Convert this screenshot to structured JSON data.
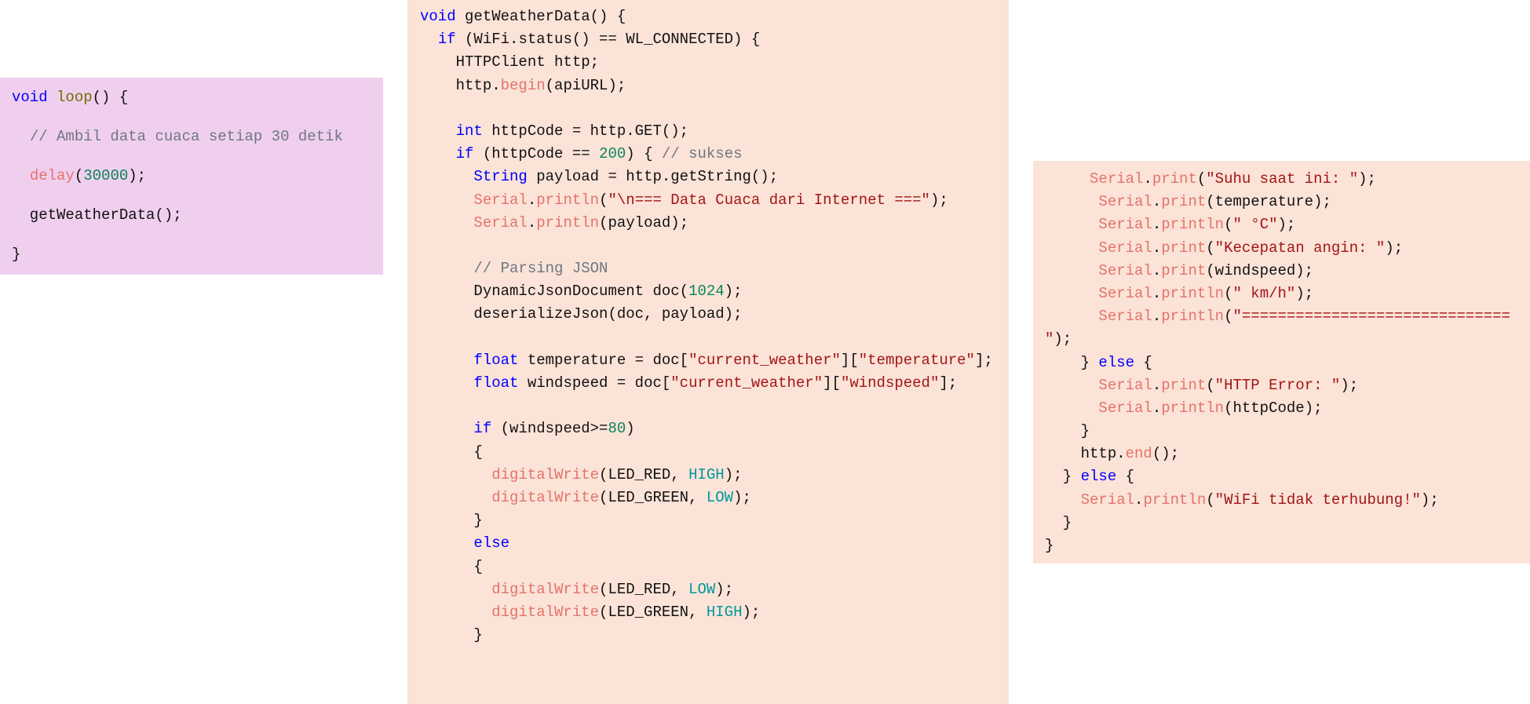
{
  "panels": [
    {
      "name": "loop-function-code",
      "lines": [
        [
          {
            "t": "kw",
            "v": "void"
          },
          {
            "t": "tx",
            "v": " "
          },
          {
            "t": "fn",
            "v": "loop"
          },
          {
            "t": "tx",
            "v": "() {"
          }
        ],
        [
          {
            "t": "tx",
            "v": "  "
          },
          {
            "t": "cm",
            "v": "// Ambil data cuaca setiap 30 detik"
          }
        ],
        [
          {
            "t": "tx",
            "v": "  "
          },
          {
            "t": "sf",
            "v": "delay"
          },
          {
            "t": "tx",
            "v": "("
          },
          {
            "t": "nm",
            "v": "30000"
          },
          {
            "t": "tx",
            "v": ");"
          }
        ],
        [
          {
            "t": "tx",
            "v": "  getWeatherData();"
          }
        ],
        [
          {
            "t": "tx",
            "v": "}"
          }
        ]
      ]
    },
    {
      "name": "get-weather-data-code",
      "lines": [
        [
          {
            "t": "kw",
            "v": "void"
          },
          {
            "t": "tx",
            "v": " getWeatherData() {"
          }
        ],
        [
          {
            "t": "tx",
            "v": "  "
          },
          {
            "t": "kw",
            "v": "if"
          },
          {
            "t": "tx",
            "v": " (WiFi.status() == WL_CONNECTED) {"
          }
        ],
        [
          {
            "t": "tx",
            "v": "    HTTPClient http;"
          }
        ],
        [
          {
            "t": "tx",
            "v": "    http."
          },
          {
            "t": "sf",
            "v": "begin"
          },
          {
            "t": "tx",
            "v": "(apiURL);"
          }
        ],
        [],
        [
          {
            "t": "tx",
            "v": "    "
          },
          {
            "t": "kw",
            "v": "int"
          },
          {
            "t": "tx",
            "v": " httpCode = http.GET();"
          }
        ],
        [
          {
            "t": "tx",
            "v": "    "
          },
          {
            "t": "kw",
            "v": "if"
          },
          {
            "t": "tx",
            "v": " (httpCode == "
          },
          {
            "t": "nm",
            "v": "200"
          },
          {
            "t": "tx",
            "v": ") { "
          },
          {
            "t": "cm",
            "v": "// sukses"
          }
        ],
        [
          {
            "t": "tx",
            "v": "      "
          },
          {
            "t": "kw",
            "v": "String"
          },
          {
            "t": "tx",
            "v": " payload = http.getString();"
          }
        ],
        [
          {
            "t": "tx",
            "v": "      "
          },
          {
            "t": "sf",
            "v": "Serial"
          },
          {
            "t": "tx",
            "v": "."
          },
          {
            "t": "sf",
            "v": "println"
          },
          {
            "t": "tx",
            "v": "("
          },
          {
            "t": "st",
            "v": "\"\\n=== Data Cuaca dari Internet ===\""
          },
          {
            "t": "tx",
            "v": ");"
          }
        ],
        [
          {
            "t": "tx",
            "v": "      "
          },
          {
            "t": "sf",
            "v": "Serial"
          },
          {
            "t": "tx",
            "v": "."
          },
          {
            "t": "sf",
            "v": "println"
          },
          {
            "t": "tx",
            "v": "(payload);"
          }
        ],
        [],
        [
          {
            "t": "tx",
            "v": "      "
          },
          {
            "t": "cm",
            "v": "// Parsing JSON"
          }
        ],
        [
          {
            "t": "tx",
            "v": "      DynamicJsonDocument doc("
          },
          {
            "t": "nm",
            "v": "1024"
          },
          {
            "t": "tx",
            "v": ");"
          }
        ],
        [
          {
            "t": "tx",
            "v": "      deserializeJson(doc, payload);"
          }
        ],
        [],
        [
          {
            "t": "tx",
            "v": "      "
          },
          {
            "t": "kw",
            "v": "float"
          },
          {
            "t": "tx",
            "v": " temperature = doc["
          },
          {
            "t": "st",
            "v": "\"current_weather\""
          },
          {
            "t": "tx",
            "v": "]["
          },
          {
            "t": "st",
            "v": "\"temperature\""
          },
          {
            "t": "tx",
            "v": "];"
          }
        ],
        [
          {
            "t": "tx",
            "v": "      "
          },
          {
            "t": "kw",
            "v": "float"
          },
          {
            "t": "tx",
            "v": " windspeed = doc["
          },
          {
            "t": "st",
            "v": "\"current_weather\""
          },
          {
            "t": "tx",
            "v": "]["
          },
          {
            "t": "st",
            "v": "\"windspeed\""
          },
          {
            "t": "tx",
            "v": "];"
          }
        ],
        [],
        [
          {
            "t": "tx",
            "v": "      "
          },
          {
            "t": "kw",
            "v": "if"
          },
          {
            "t": "tx",
            "v": " (windspeed>="
          },
          {
            "t": "nm",
            "v": "80"
          },
          {
            "t": "tx",
            "v": ")"
          }
        ],
        [
          {
            "t": "tx",
            "v": "      {"
          }
        ],
        [
          {
            "t": "tx",
            "v": "        "
          },
          {
            "t": "sf",
            "v": "digitalWrite"
          },
          {
            "t": "tx",
            "v": "(LED_RED, "
          },
          {
            "t": "ct",
            "v": "HIGH"
          },
          {
            "t": "tx",
            "v": ");"
          }
        ],
        [
          {
            "t": "tx",
            "v": "        "
          },
          {
            "t": "sf",
            "v": "digitalWrite"
          },
          {
            "t": "tx",
            "v": "(LED_GREEN, "
          },
          {
            "t": "ct",
            "v": "LOW"
          },
          {
            "t": "tx",
            "v": ");"
          }
        ],
        [
          {
            "t": "tx",
            "v": "      }"
          }
        ],
        [
          {
            "t": "tx",
            "v": "      "
          },
          {
            "t": "kw",
            "v": "else"
          }
        ],
        [
          {
            "t": "tx",
            "v": "      {"
          }
        ],
        [
          {
            "t": "tx",
            "v": "        "
          },
          {
            "t": "sf",
            "v": "digitalWrite"
          },
          {
            "t": "tx",
            "v": "(LED_RED, "
          },
          {
            "t": "ct",
            "v": "LOW"
          },
          {
            "t": "tx",
            "v": ");"
          }
        ],
        [
          {
            "t": "tx",
            "v": "        "
          },
          {
            "t": "sf",
            "v": "digitalWrite"
          },
          {
            "t": "tx",
            "v": "(LED_GREEN, "
          },
          {
            "t": "ct",
            "v": "HIGH"
          },
          {
            "t": "tx",
            "v": ");"
          }
        ],
        [
          {
            "t": "tx",
            "v": "      }"
          }
        ]
      ]
    },
    {
      "name": "serial-output-code",
      "lines": [
        [
          {
            "t": "tx",
            "v": "     "
          },
          {
            "t": "sf",
            "v": "Serial"
          },
          {
            "t": "tx",
            "v": "."
          },
          {
            "t": "sf",
            "v": "print"
          },
          {
            "t": "tx",
            "v": "("
          },
          {
            "t": "st",
            "v": "\"Suhu saat ini: \""
          },
          {
            "t": "tx",
            "v": ");"
          }
        ],
        [
          {
            "t": "tx",
            "v": "      "
          },
          {
            "t": "sf",
            "v": "Serial"
          },
          {
            "t": "tx",
            "v": "."
          },
          {
            "t": "sf",
            "v": "print"
          },
          {
            "t": "tx",
            "v": "(temperature);"
          }
        ],
        [
          {
            "t": "tx",
            "v": "      "
          },
          {
            "t": "sf",
            "v": "Serial"
          },
          {
            "t": "tx",
            "v": "."
          },
          {
            "t": "sf",
            "v": "println"
          },
          {
            "t": "tx",
            "v": "("
          },
          {
            "t": "st",
            "v": "\" °C\""
          },
          {
            "t": "tx",
            "v": ");"
          }
        ],
        [
          {
            "t": "tx",
            "v": "      "
          },
          {
            "t": "sf",
            "v": "Serial"
          },
          {
            "t": "tx",
            "v": "."
          },
          {
            "t": "sf",
            "v": "print"
          },
          {
            "t": "tx",
            "v": "("
          },
          {
            "t": "st",
            "v": "\"Kecepatan angin: \""
          },
          {
            "t": "tx",
            "v": ");"
          }
        ],
        [
          {
            "t": "tx",
            "v": "      "
          },
          {
            "t": "sf",
            "v": "Serial"
          },
          {
            "t": "tx",
            "v": "."
          },
          {
            "t": "sf",
            "v": "print"
          },
          {
            "t": "tx",
            "v": "(windspeed);"
          }
        ],
        [
          {
            "t": "tx",
            "v": "      "
          },
          {
            "t": "sf",
            "v": "Serial"
          },
          {
            "t": "tx",
            "v": "."
          },
          {
            "t": "sf",
            "v": "println"
          },
          {
            "t": "tx",
            "v": "("
          },
          {
            "t": "st",
            "v": "\" km/h\""
          },
          {
            "t": "tx",
            "v": ");"
          }
        ],
        [
          {
            "t": "tx",
            "v": "      "
          },
          {
            "t": "sf",
            "v": "Serial"
          },
          {
            "t": "tx",
            "v": "."
          },
          {
            "t": "sf",
            "v": "println"
          },
          {
            "t": "tx",
            "v": "("
          },
          {
            "t": "st",
            "v": "\"=============================="
          }
        ],
        [
          {
            "t": "st",
            "v": "\""
          },
          {
            "t": "tx",
            "v": ");"
          }
        ],
        [
          {
            "t": "tx",
            "v": "    } "
          },
          {
            "t": "kw",
            "v": "else"
          },
          {
            "t": "tx",
            "v": " {"
          }
        ],
        [
          {
            "t": "tx",
            "v": "      "
          },
          {
            "t": "sf",
            "v": "Serial"
          },
          {
            "t": "tx",
            "v": "."
          },
          {
            "t": "sf",
            "v": "print"
          },
          {
            "t": "tx",
            "v": "("
          },
          {
            "t": "st",
            "v": "\"HTTP Error: \""
          },
          {
            "t": "tx",
            "v": ");"
          }
        ],
        [
          {
            "t": "tx",
            "v": "      "
          },
          {
            "t": "sf",
            "v": "Serial"
          },
          {
            "t": "tx",
            "v": "."
          },
          {
            "t": "sf",
            "v": "println"
          },
          {
            "t": "tx",
            "v": "(httpCode);"
          }
        ],
        [
          {
            "t": "tx",
            "v": "    }"
          }
        ],
        [
          {
            "t": "tx",
            "v": "    http."
          },
          {
            "t": "sf",
            "v": "end"
          },
          {
            "t": "tx",
            "v": "();"
          }
        ],
        [
          {
            "t": "tx",
            "v": "  } "
          },
          {
            "t": "kw",
            "v": "else"
          },
          {
            "t": "tx",
            "v": " {"
          }
        ],
        [
          {
            "t": "tx",
            "v": "    "
          },
          {
            "t": "sf",
            "v": "Serial"
          },
          {
            "t": "tx",
            "v": "."
          },
          {
            "t": "sf",
            "v": "println"
          },
          {
            "t": "tx",
            "v": "("
          },
          {
            "t": "st",
            "v": "\"WiFi tidak terhubung!\""
          },
          {
            "t": "tx",
            "v": ");"
          }
        ],
        [
          {
            "t": "tx",
            "v": "  }"
          }
        ],
        [
          {
            "t": "tx",
            "v": "}"
          }
        ]
      ]
    }
  ],
  "colors": {
    "loop_bg": "#f0cfee",
    "code_bg": "#fbe3d8",
    "keyword": "#0000ff",
    "string": "#a31515",
    "number": "#098658",
    "builtin": "#e5736a",
    "comment": "#6e7781",
    "constant": "#00979c"
  }
}
